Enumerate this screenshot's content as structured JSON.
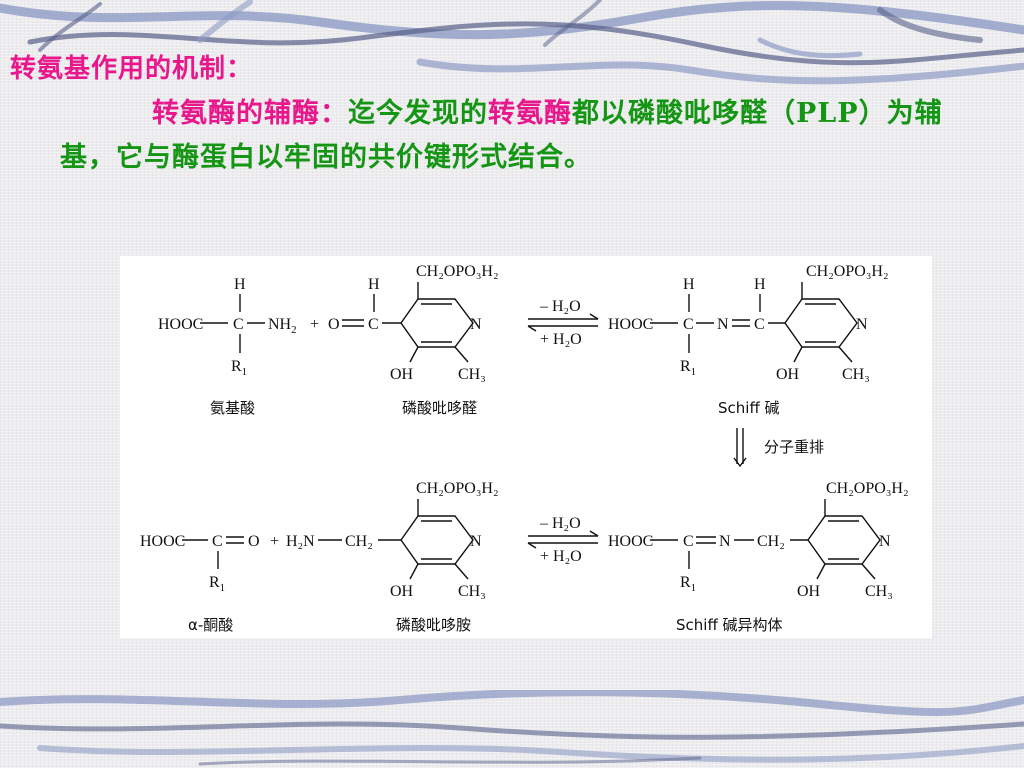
{
  "colors": {
    "heading": "#e8188c",
    "keyword": "#e8188c",
    "body_text": "#149614",
    "decoration": "#8f9bc4",
    "decoration_dark": "#58608a"
  },
  "slide": {
    "heading": "转氨基作用的机制：",
    "paragraph": {
      "term": "转氨酶的辅酶：",
      "part1": "迄今发现的",
      "highlight": "转氨酶",
      "part2": "都以磷酸吡哆醛（PLP）为辅基，它与酶蛋白以牢固的共价键形式结合。"
    }
  },
  "reaction": {
    "row1": {
      "aa_h": "H",
      "aa_hooc": "HOOC",
      "aa_c": "C",
      "aa_nh2": "NH",
      "aa_nh2_sub": "2",
      "aa_r": "R",
      "aa_r_sub": "1",
      "plus": "+",
      "plp_o": "O",
      "plp_c": "C",
      "plp_h": "H",
      "ring_top": "CH₂OPO₃H₂",
      "ring_n": "N",
      "ring_oh": "OH",
      "ring_ch3": "CH₃",
      "arrow_top": "– H₂O",
      "arrow_bottom": "+ H₂O",
      "sb_h1": "H",
      "sb_h2": "H",
      "sb_hooc": "HOOC",
      "sb_c1": "C",
      "sb_n": "N",
      "sb_c2": "C",
      "sb_r": "R",
      "sb_r_sub": "1",
      "label_amino_acid": "氨基酸",
      "label_plp": "磷酸吡哆醛",
      "label_schiff": "Schiff 碱"
    },
    "rearrangement": "分子重排",
    "row2": {
      "ka_hooc": "HOOC",
      "ka_c": "C",
      "ka_o": "O",
      "ka_r": "R",
      "ka_r_sub": "1",
      "plus": "+",
      "pmp_h2n": "H₂N",
      "pmp_ch2": "CH₂",
      "ring_top": "CH₂OPO₃H₂",
      "ring_n": "N",
      "ring_oh": "OH",
      "ring_ch3": "CH₃",
      "arrow_top": "– H₂O",
      "arrow_bottom": "+ H₂O",
      "is_hooc": "HOOC",
      "is_c": "C",
      "is_n": "N",
      "is_ch2": "CH₂",
      "is_r": "R",
      "is_r_sub": "1",
      "label_keto_acid": "α-酮酸",
      "label_pmp": "磷酸吡哆胺",
      "label_isomer": "Schiff 碱异构体"
    }
  }
}
